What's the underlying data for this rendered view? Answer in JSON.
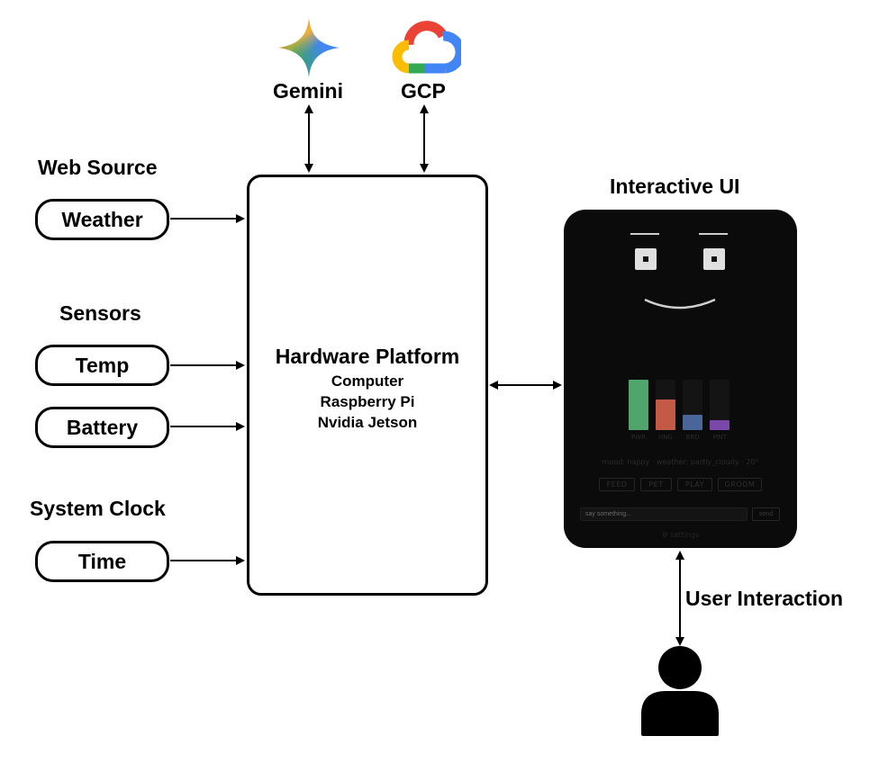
{
  "cloud": {
    "gemini_label": "Gemini",
    "gcp_label": "GCP"
  },
  "inputs": {
    "web_source": {
      "heading": "Web Source",
      "items": [
        "Weather"
      ]
    },
    "sensors": {
      "heading": "Sensors",
      "items": [
        "Temp",
        "Battery"
      ]
    },
    "system_clock": {
      "heading": "System Clock",
      "items": [
        "Time"
      ]
    }
  },
  "hardware": {
    "title": "Hardware Platform",
    "platforms": [
      "Computer",
      "Raspberry Pi",
      "Nvidia Jetson"
    ]
  },
  "interactive_ui": {
    "heading": "Interactive UI",
    "stats": [
      {
        "label": "PWR",
        "value": 1.0,
        "color": "#4fa56b"
      },
      {
        "label": "HNG",
        "value": 0.6,
        "color": "#c35a48"
      },
      {
        "label": "BRD",
        "value": 0.3,
        "color": "#4a6699"
      },
      {
        "label": "MNT",
        "value": 0.2,
        "color": "#7a48a8"
      }
    ],
    "status_line": "mood: happy · weather: partly_cloudy · 20°",
    "actions": [
      "FEED",
      "PET",
      "PLAY",
      "GROOM"
    ],
    "chat_placeholder": "say something...",
    "send_label": "send",
    "settings_label": "⚙ settings"
  },
  "user": {
    "interaction_label": "User Interaction"
  }
}
